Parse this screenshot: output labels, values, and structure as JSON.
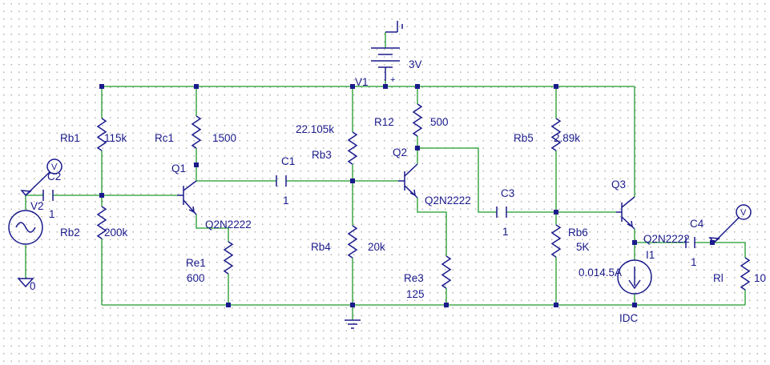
{
  "colors": {
    "wire": "#1f9a2a",
    "component": "#1a1a8c",
    "grid_dot": "#b8b8b8",
    "background": "#ffffff"
  },
  "sources": {
    "v1": {
      "ref": "V1",
      "value": "3V",
      "polarity": "+"
    },
    "v2": {
      "ref": "V2",
      "value": "1"
    },
    "i1": {
      "ref": "I1",
      "value": "0.014.5A",
      "type": "IDC"
    }
  },
  "resistors": {
    "rb1": {
      "ref": "Rb1",
      "value": "115k"
    },
    "rb2": {
      "ref": "Rb2",
      "value": "200k"
    },
    "rc1": {
      "ref": "Rc1",
      "value": "1500"
    },
    "re1": {
      "ref": "Re1",
      "value": "600"
    },
    "rb3": {
      "ref": "Rb3",
      "value": "22.105k"
    },
    "rb4": {
      "ref": "Rb4",
      "value": "20k"
    },
    "r12": {
      "ref": "R12",
      "value": "500"
    },
    "re3": {
      "ref": "Re3",
      "value": "125"
    },
    "rb5": {
      "ref": "Rb5",
      "value": "2.89k"
    },
    "rb6": {
      "ref": "Rb6",
      "value": "5K"
    },
    "rl": {
      "ref": "Rl",
      "value": "10"
    }
  },
  "capacitors": {
    "c1": {
      "ref": "C1",
      "value": "1"
    },
    "c2": {
      "ref": "C2",
      "value": "1"
    },
    "c3": {
      "ref": "C3",
      "value": "1"
    },
    "c4": {
      "ref": "C4",
      "value": "1"
    }
  },
  "transistors": {
    "q1": {
      "ref": "Q1",
      "model": "Q2N2222"
    },
    "q2": {
      "ref": "Q2",
      "model": "Q2N2222"
    },
    "q3": {
      "ref": "Q3",
      "model": "Q2N2222"
    }
  },
  "ground": {
    "label": "0"
  },
  "probe": {
    "label": "V"
  }
}
